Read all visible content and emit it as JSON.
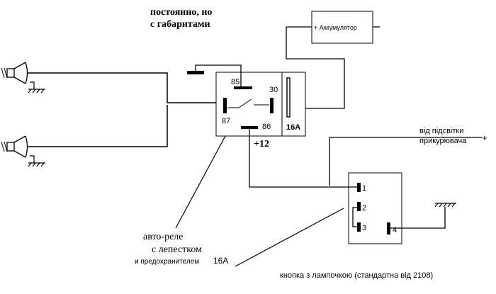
{
  "labels": {
    "top_note_line1": "постоянно, но",
    "top_note_line2": "с габаритами",
    "battery": "+ Аккумулятор",
    "relay_pin_85": "85",
    "relay_pin_30": "30",
    "relay_pin_87": "87",
    "relay_pin_86": "86",
    "fuse_rating": "16А",
    "plus12": "+12",
    "backlight_line1": "від підсвітки",
    "backlight_line2": "прикурювача",
    "backlight_plus": "+",
    "button_pin_1": "1",
    "button_pin_2": "2",
    "button_pin_3": "3",
    "button_pin_4": "4",
    "relay_caption_line1": "авто-реле",
    "relay_caption_line2": "с лепестком",
    "relay_caption_line3": "и предохранителем",
    "relay_caption_fuse": "16А",
    "button_caption": "кнопка  з лампочкою (стандартна від 2108)"
  },
  "colors": {
    "ink": "#000000",
    "background": "#ffffff"
  }
}
